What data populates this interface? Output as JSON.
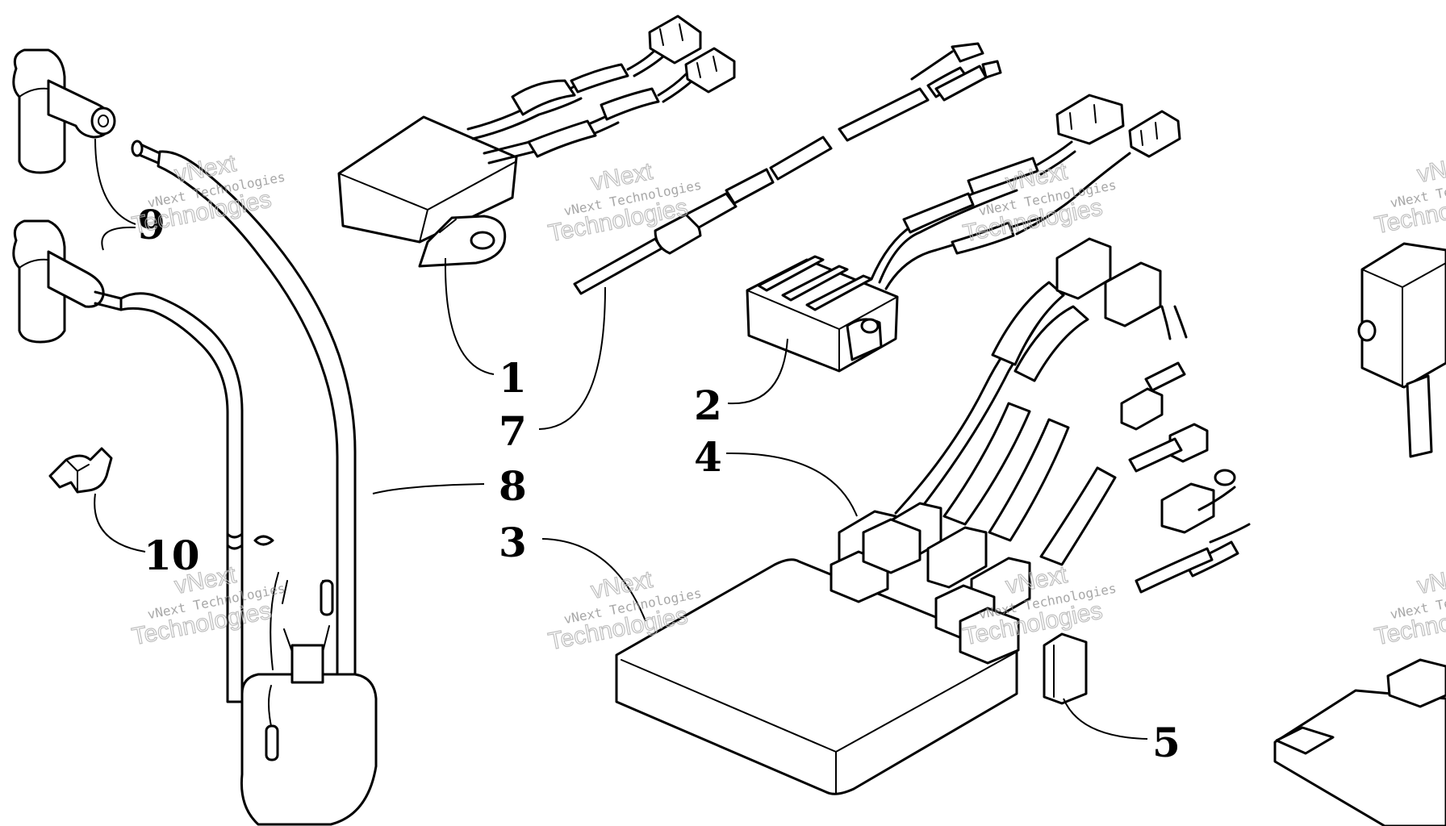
{
  "diagram": {
    "callouts": [
      "1",
      "2",
      "3",
      "4",
      "5",
      "7",
      "8",
      "9",
      "10"
    ],
    "watermark": {
      "line1": "vNext Technologies",
      "line2": "vNext",
      "line3": "Technologies"
    }
  }
}
